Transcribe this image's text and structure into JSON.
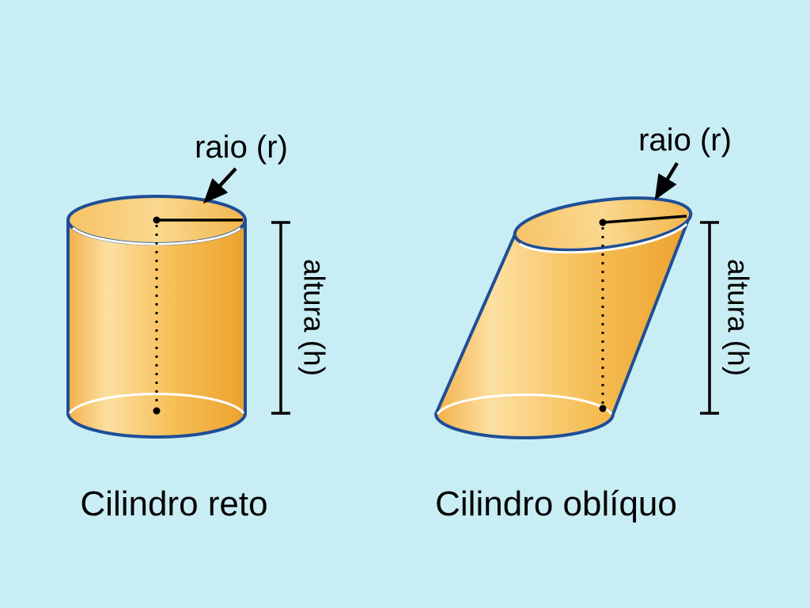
{
  "figures": [
    {
      "name": "right-cylinder",
      "caption": "Cilindro reto",
      "labels": {
        "radius": "raio (r)",
        "height": "altura (h)"
      }
    },
    {
      "name": "oblique-cylinder",
      "caption": "Cilindro oblíquo",
      "labels": {
        "radius": "raio (r)",
        "height": "altura (h)"
      }
    }
  ],
  "colors": {
    "background": "#c9edf4",
    "outline_blue": "#1e4e96",
    "fill_orange_light": "#fce0a2",
    "fill_orange_mid": "#f6be55",
    "fill_orange_dark": "#eca22e",
    "highlight_white": "#ffffff",
    "text": "#000000"
  }
}
